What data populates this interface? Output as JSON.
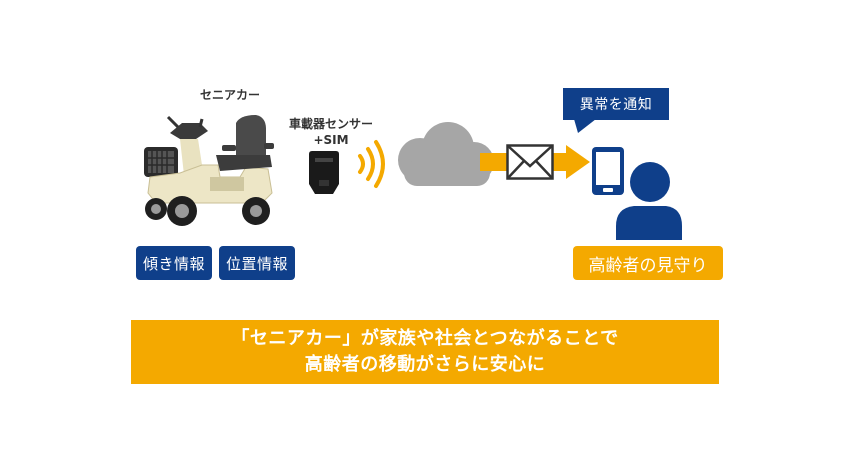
{
  "labels": {
    "senior_car": "セニアカー",
    "sensor_line1": "車載器センサー",
    "sensor_line2": "+SIM",
    "notify": "異常を通知"
  },
  "tags": {
    "tilt_info": "傾き情報",
    "position_info": "位置情報",
    "elderly_watch": "高齢者の見守り"
  },
  "banner": {
    "line1": "「セニアカー」が家族や社会とつながることで",
    "line2": "高齢者の移動がさらに安心に"
  },
  "colors": {
    "navy": "#0f3f8a",
    "orange": "#f4a900",
    "cloud": "#a6a6a6"
  }
}
